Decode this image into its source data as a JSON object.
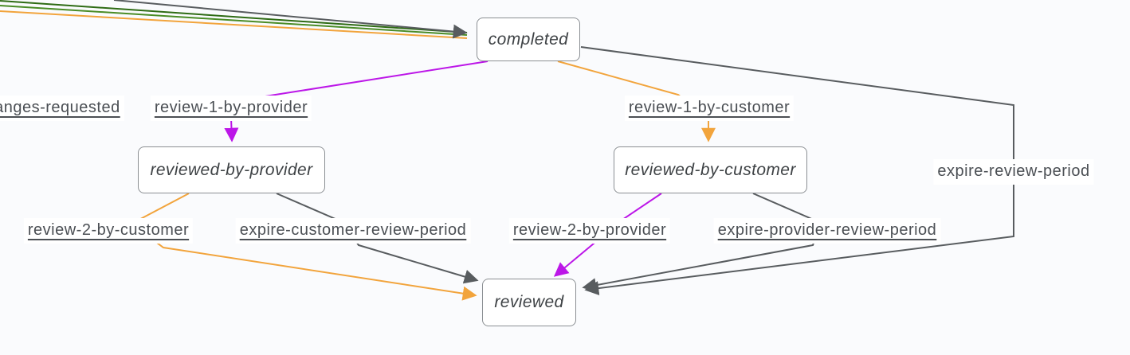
{
  "diagram": {
    "states": {
      "completed": "completed",
      "reviewed_by_provider": "reviewed-by-provider",
      "reviewed_by_customer": "reviewed-by-customer",
      "reviewed": "reviewed"
    },
    "transitions": {
      "changes_requested": "changes-requested",
      "review_1_by_provider": "review-1-by-provider",
      "review_1_by_customer": "review-1-by-customer",
      "expire_review_period": "expire-review-period",
      "review_2_by_customer": "review-2-by-customer",
      "expire_customer_review_period": "expire-customer-review-period",
      "review_2_by_provider": "review-2-by-provider",
      "expire_provider_review_period": "expire-provider-review-period"
    },
    "colors": {
      "edge_gray": "#585c5f",
      "edge_green_dark": "#2e6b14",
      "edge_green": "#4a8c26",
      "edge_orange": "#f2a43c",
      "edge_magenta": "#bc16e8",
      "state_border": "#8b8f93",
      "state_text": "#3e4245",
      "label_text": "#4b4f54",
      "background": "#fafbfd",
      "label_background": "#ffffff"
    }
  }
}
